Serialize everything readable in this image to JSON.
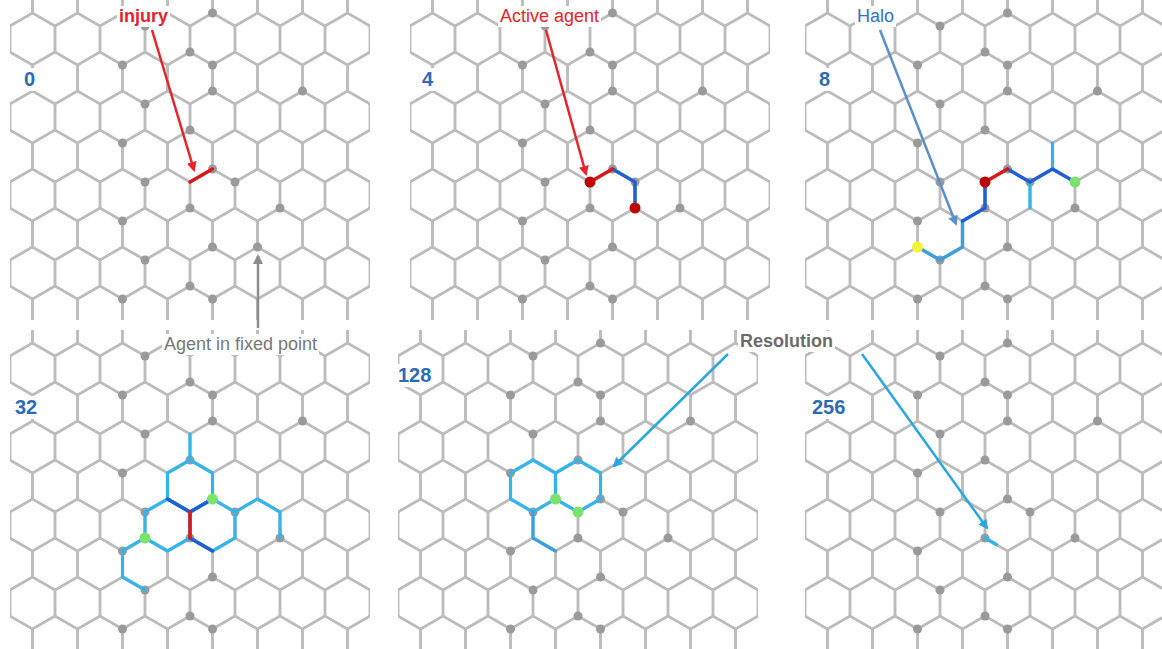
{
  "diagram": {
    "labels": [
      "injury",
      "0",
      "Active agent",
      "4",
      "Halo",
      "8",
      "Agent in fixed point",
      "32",
      "128",
      "Resolution",
      "256"
    ]
  }
}
